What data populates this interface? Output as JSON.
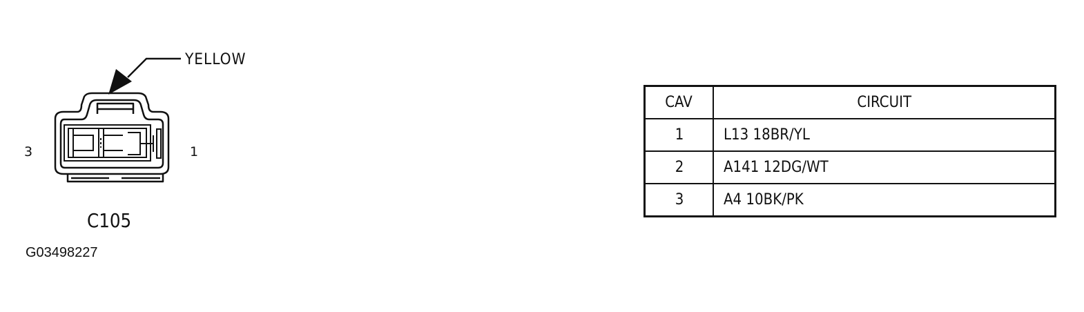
{
  "connector": {
    "name": "C105",
    "color": "YELLOW",
    "pin_left": "3",
    "pin_right": "1"
  },
  "figure_id": "G03498227",
  "table": {
    "headers": {
      "cav": "CAV",
      "circuit": "CIRCUIT"
    },
    "rows": [
      {
        "cav": "1",
        "circuit": "L13  18BR/YL"
      },
      {
        "cav": "2",
        "circuit": "A141  12DG/WT"
      },
      {
        "cav": "3",
        "circuit": "A4  10BK/PK"
      }
    ]
  }
}
